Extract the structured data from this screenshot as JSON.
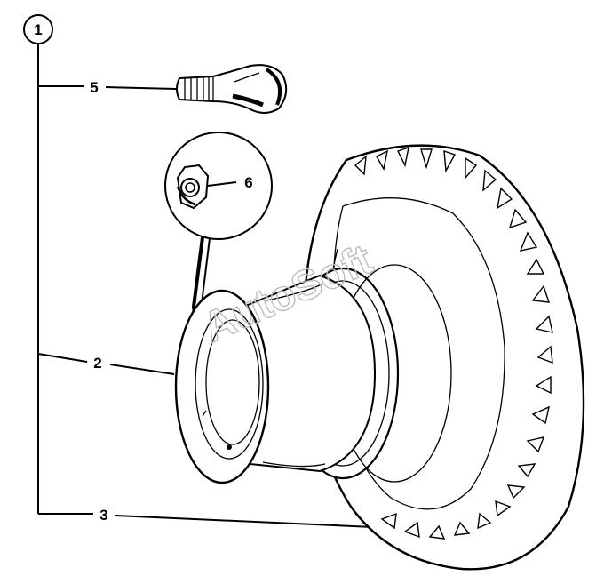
{
  "figure": {
    "callouts": {
      "assembly": "1",
      "rim": "2",
      "tire": "3",
      "valve": "5",
      "nut": "6"
    },
    "watermark": "AutoSoft"
  }
}
